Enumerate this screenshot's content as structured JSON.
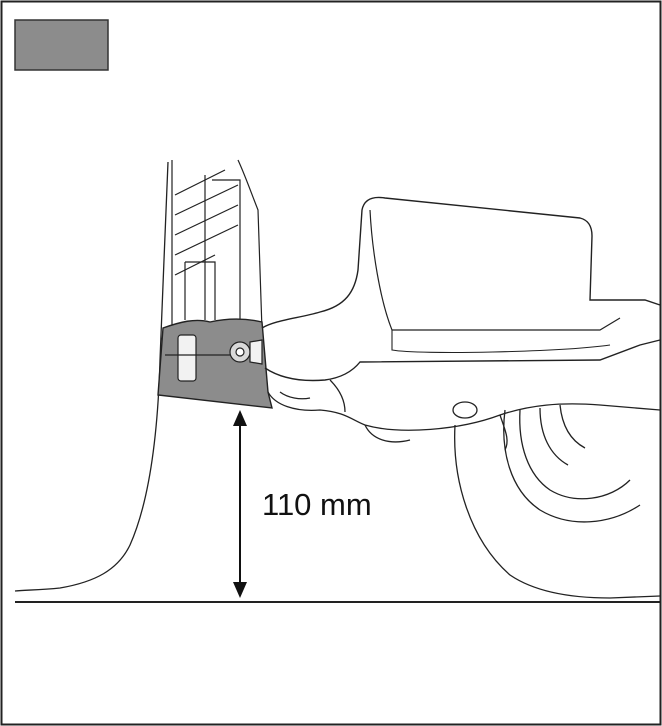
{
  "figure": {
    "measurement_label": "110 mm",
    "label_box_color": "#8c8c8c",
    "highlight_color": "#8c8c8c",
    "line_color": "#111111",
    "icons": {
      "tire": "tire-outline",
      "axle": "axle-housing",
      "component": "highlighted-undercarriage-component"
    }
  }
}
